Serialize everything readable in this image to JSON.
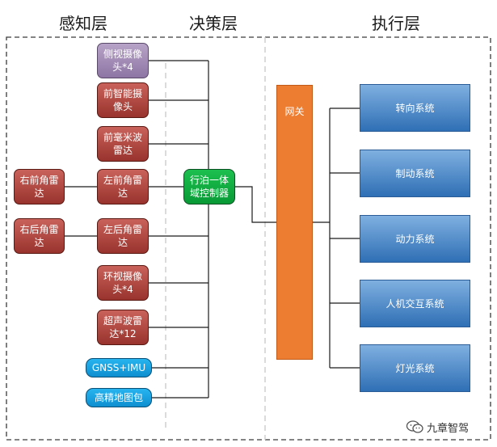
{
  "layers": {
    "perception": "感知层",
    "decision": "决策层",
    "execution": "执行层"
  },
  "sensors": {
    "side_camera": "侧视摄像头*4",
    "front_camera": "前智能摄像头",
    "front_mmwave_radar": "前毫米波雷达",
    "right_front_corner_radar": "右前角雷达",
    "left_front_corner_radar": "左前角雷达",
    "right_rear_corner_radar": "右后角雷达",
    "left_rear_corner_radar": "左后角雷达",
    "surround_camera": "环视摄像头*4",
    "ultrasonic_radar": "超声波雷达*12",
    "gnss_imu": "GNSS+IMU",
    "hd_map": "高精地图包"
  },
  "controller": "行泊一体域控制器",
  "gateway": "网关",
  "execution_systems": {
    "steering": "转向系统",
    "braking": "制动系统",
    "powertrain": "动力系统",
    "hmi": "人机交互系统",
    "lighting": "灯光系统"
  },
  "watermark": "九章智驾",
  "colors": {
    "border_dashed": "#3a3a3a",
    "divider_dashed": "#cfcfcf",
    "sensor_purple": "#a08bb5",
    "sensor_red": "#b04840",
    "sensor_blue": "#1aa3e3",
    "controller_green": "#10ad45",
    "gateway_orange": "#ed7d31",
    "exec_blue": "#4f8bc9"
  }
}
